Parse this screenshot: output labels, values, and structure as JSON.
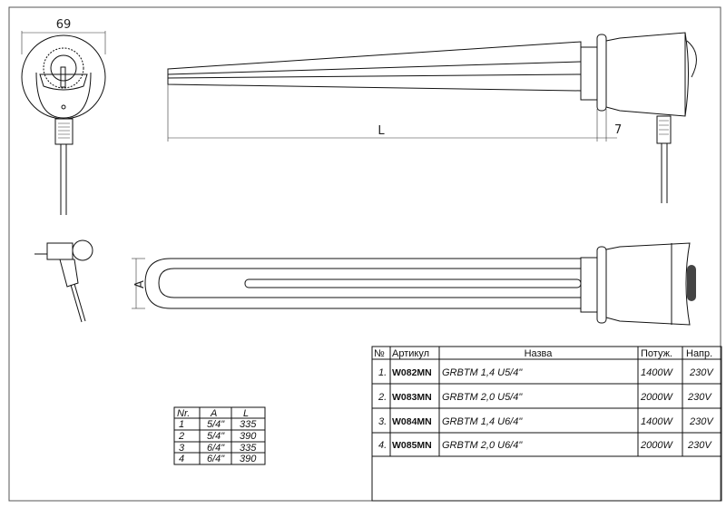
{
  "dimensions": {
    "width_label": "69",
    "length_label": "L",
    "offset_label": "7",
    "diameter_label": "A"
  },
  "size_table": {
    "headers": [
      "Nr.",
      "A",
      "L"
    ],
    "rows": [
      [
        "1",
        "5/4\"",
        "335"
      ],
      [
        "2",
        "5/4\"",
        "390"
      ],
      [
        "3",
        "6/4\"",
        "335"
      ],
      [
        "4",
        "6/4\"",
        "390"
      ]
    ]
  },
  "product_table": {
    "headers": [
      "№",
      "Артикул",
      "Назва",
      "Потуж.",
      "Напр."
    ],
    "rows": [
      [
        "1.",
        "W082MN",
        "GRBTM 1,4 U5/4\"",
        "1400W",
        "230V"
      ],
      [
        "2.",
        "W083MN",
        "GRBTM 2,0 U5/4\"",
        "2000W",
        "230V"
      ],
      [
        "3.",
        "W084MN",
        "GRBTM 1,4 U6/4\"",
        "1400W",
        "230V"
      ],
      [
        "4.",
        "W085MN",
        "GRBTM 2,0 U6/4\"",
        "2000W",
        "230V"
      ]
    ]
  }
}
